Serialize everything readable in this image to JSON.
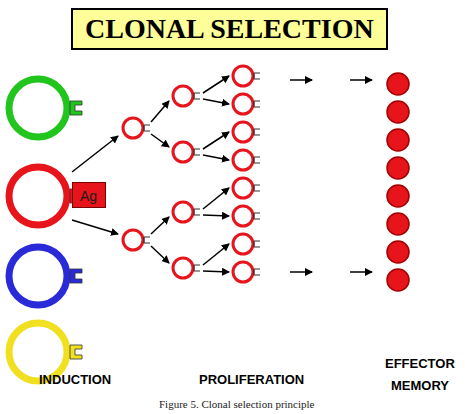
{
  "diagram": {
    "title": "CLONAL SELECTION",
    "caption": "Figure 5. Clonal selection principle",
    "nodes": [
      {
        "text": [
          "Ag"
        ]
      }
    ],
    "labels": [
      "INDUCTION",
      "PROLIFERATION",
      "EFFECTOR",
      "MEMORY"
    ]
  }
}
